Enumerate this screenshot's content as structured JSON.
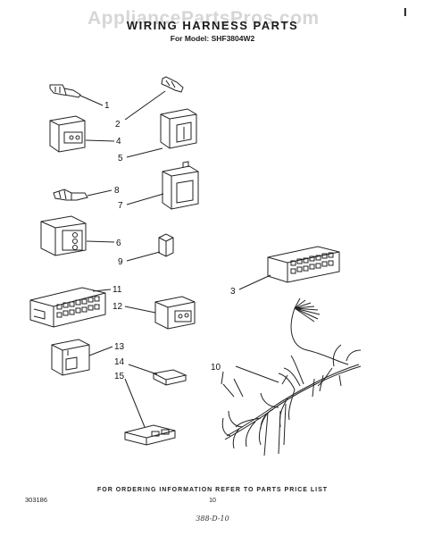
{
  "watermark": "AppliancePartsPros.com",
  "title": "WIRING HARNESS PARTS",
  "subtitle": "For Model: SHF3804W2",
  "corner_mark": "I",
  "callouts": {
    "c1": "1",
    "c2": "2",
    "c3": "3",
    "c4": "4",
    "c5": "5",
    "c6": "6",
    "c7": "7",
    "c8": "8",
    "c9": "9",
    "c10": "10",
    "c11": "11",
    "c12": "12",
    "c13": "13",
    "c14": "14",
    "c15": "15"
  },
  "footer": {
    "note": "FOR ORDERING INFORMATION REFER TO PARTS PRICE LIST",
    "page": "10",
    "doc_code": "303186",
    "handwritten": "388-D-10"
  }
}
